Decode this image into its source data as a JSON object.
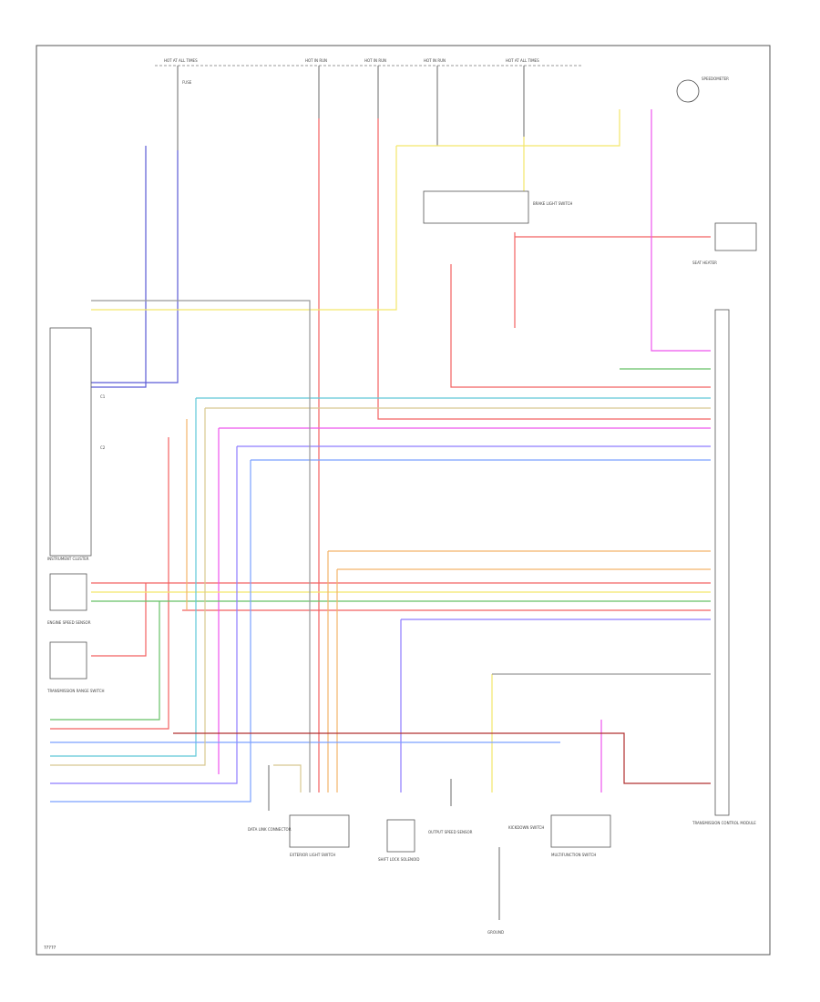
{
  "diagram": {
    "code": "?????",
    "colors": {
      "blue": "#5b5bd6",
      "red": "#f26060",
      "pink": "#ee55ee",
      "green": "#66c066",
      "yellow": "#f3e66a",
      "orange": "#f3b36a",
      "cyan": "#5fc8d8",
      "gray": "#999999",
      "violet": "#8e7cff",
      "ltblue": "#7aa0ff",
      "tan": "#d8c890"
    },
    "top_labels": [
      "HOT AT ALL TIMES",
      "HOT IN RUN",
      "HOT IN RUN",
      "HOT IN RUN",
      "HOT AT ALL TIMES"
    ],
    "connector_labels": [
      "C1",
      "C2"
    ],
    "components": [
      "INSTRUMENT CLUSTER",
      "ENGINE SPEED SENSOR",
      "TRANSMISSION RANGE SWITCH",
      "EXTERIOR LIGHT SWITCH",
      "BRAKE LIGHT SWITCH",
      "OUTPUT SPEED SENSOR",
      "SHIFT LOCK SOLENOID",
      "KICKDOWN SWITCH",
      "MULTIFUNCTION SWITCH",
      "TRANSMISSION CONTROL MODULE",
      "SEAT HEATER",
      "DATA LINK CONNECTOR",
      "SPEEDOMETER",
      "FUSE",
      "GROUND"
    ]
  }
}
